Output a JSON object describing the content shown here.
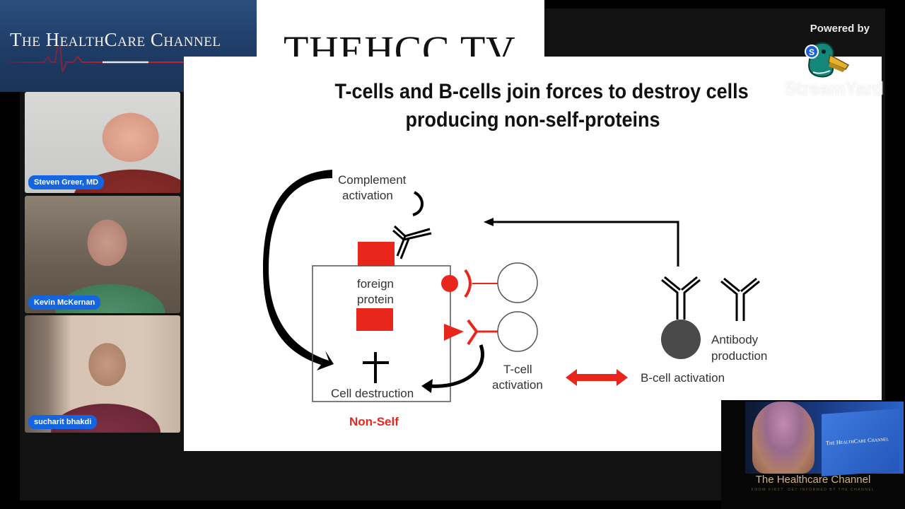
{
  "banner": {
    "channel_name": "The HealthCare Channel",
    "site": "THEHCC.TV"
  },
  "streamyard": {
    "powered_by": "Powered by",
    "logo_letter": "S",
    "wordmark": "StreamYard"
  },
  "slide": {
    "title_line1": "T-cells and B-cells join forces to destroy cells",
    "title_line2": "producing non-self-proteins",
    "labels": {
      "complement_1": "Complement",
      "complement_2": "activation",
      "foreign_1": "foreign",
      "foreign_2": "protein",
      "cell_destruction": "Cell destruction",
      "non_self": "Non-Self",
      "tcell_1": "T-cell",
      "tcell_2": "activation",
      "bcell": "B-cell activation",
      "antibody_1": "Antibody",
      "antibody_2": "production"
    },
    "colors": {
      "accent_red": "#e8261c",
      "bcell_gray": "#4a4a4a"
    }
  },
  "participants": [
    {
      "name": "Steven Greer, MD"
    },
    {
      "name": "Kevin McKernan"
    },
    {
      "name": "sucharit bhakdi"
    }
  ],
  "promo": {
    "mini_logo": "The HealthCare Channel",
    "caption": "The Healthcare Channel",
    "subcaption": "KNOW FIRST. GET INFORMED BY THE CHANNEL"
  },
  "colors": {
    "name_badge": "#1565e0",
    "banner_blue": "#1e3c66",
    "stage_bg": "#121212"
  }
}
